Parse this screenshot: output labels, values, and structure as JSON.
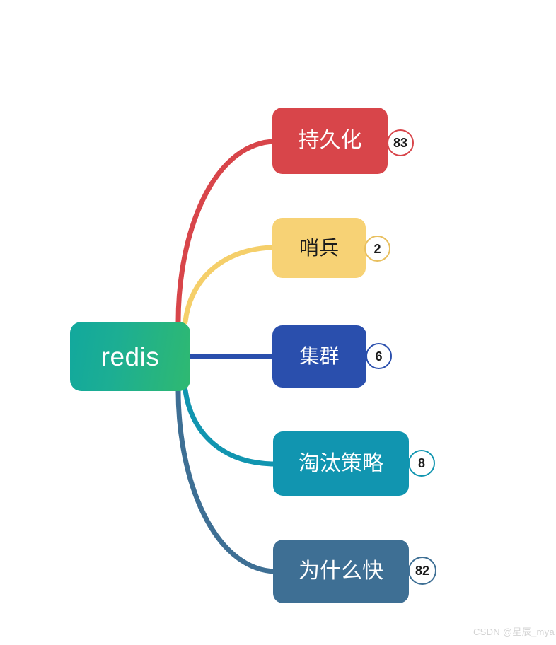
{
  "mindmap": {
    "root": {
      "label": "redis",
      "color_start": "#12a89d",
      "color_end": "#2fb971",
      "text_color": "#ffffff"
    },
    "branches": [
      {
        "label": "持久化",
        "badge": "83",
        "color": "#d8454a",
        "text_color": "#ffffff"
      },
      {
        "label": "哨兵",
        "badge": "2",
        "color": "#f7d275",
        "text_color": "#1b1b1b"
      },
      {
        "label": "集群",
        "badge": "6",
        "color": "#2a4fad",
        "text_color": "#ffffff"
      },
      {
        "label": "淘汰策略",
        "badge": "8",
        "color": "#1195b0",
        "text_color": "#ffffff"
      },
      {
        "label": "为什么快",
        "badge": "82",
        "color": "#3e6f94",
        "text_color": "#ffffff"
      }
    ]
  },
  "watermark": {
    "text": "CSDN @星辰_mya"
  }
}
